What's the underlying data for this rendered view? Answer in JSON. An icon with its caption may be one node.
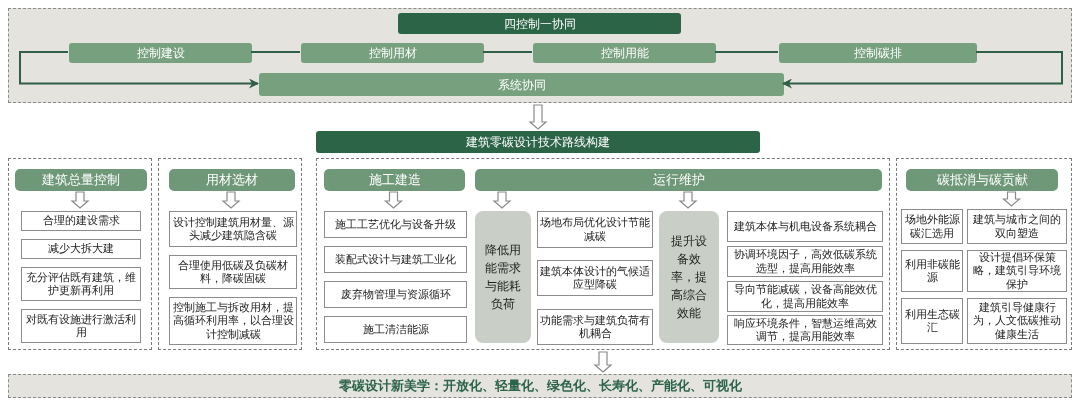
{
  "diagram": {
    "nodes": [
      {
        "text": [],
        "shape": "box"
      },
      {
        "text": [
          "四控制一协同"
        ],
        "in": 0
      },
      {
        "text": [
          "控制建设"
        ],
        "in": 0
      },
      {
        "text": [
          "控制用材"
        ],
        "in": 0
      },
      {
        "text": [
          "控制用能"
        ],
        "in": 0
      },
      {
        "text": [
          "控制碳排"
        ],
        "in": 0
      },
      {
        "text": [
          "系统协同"
        ],
        "in": 0
      },
      {
        "text": [
          "建筑零碳设计技术路线构建"
        ]
      },
      {
        "text": [],
        "shape": "box"
      },
      {
        "text": [
          "建筑总量控制"
        ],
        "in": 8
      },
      {
        "text": [
          "合理的建设需求"
        ],
        "in": 8
      },
      {
        "text": [
          "减少大拆大建"
        ],
        "in": 8
      },
      {
        "text": [
          "充分评估既有建筑，维护更新再利用"
        ],
        "in": 8
      },
      {
        "text": [
          "对既有设施进行激活利用"
        ],
        "in": 8
      },
      {
        "text": [],
        "shape": "box"
      },
      {
        "text": [
          "用材选材"
        ],
        "in": 14
      },
      {
        "text": [
          "设计控制建筑用材量、源头减少建筑隐含碳"
        ],
        "in": 14
      },
      {
        "text": [
          "合理使用低碳及负碳材料，降碳固碳"
        ],
        "in": 14
      },
      {
        "text": [
          "控制施工与拆改用材，提高循环利用率，以合理设计控制减碳"
        ],
        "in": 14
      },
      {
        "text": [],
        "shape": "box"
      },
      {
        "text": [
          "施工建造"
        ],
        "in": 19
      },
      {
        "text": [
          "施工工艺优化与设备升级"
        ],
        "in": 19
      },
      {
        "text": [
          "装配式设计与建筑工业化"
        ],
        "in": 19
      },
      {
        "text": [
          "废弃物管理与资源循环"
        ],
        "in": 19
      },
      {
        "text": [
          "施工清洁能源"
        ],
        "in": 19
      },
      {
        "text": [
          "运行维护"
        ],
        "in": 19
      },
      {
        "text": [
          "降低用能需求与能耗负荷"
        ],
        "in": 19
      },
      {
        "text": [
          "场地布局优化设计节能减碳"
        ],
        "in": 19
      },
      {
        "text": [
          "建筑本体设计的气候适应型降碳"
        ],
        "in": 19
      },
      {
        "text": [
          "功能需求与建筑负荷有机耦合"
        ],
        "in": 19
      },
      {
        "text": [
          "提升设备效率，提高综合效能"
        ],
        "in": 19
      },
      {
        "text": [
          "建筑本体与机电设备系统耦合"
        ],
        "in": 19
      },
      {
        "text": [
          "协调环境因子，高效低碳系统选型，提高用能效率"
        ],
        "in": 19
      },
      {
        "text": [
          "导向节能减碳，设备高能效优化，提高用能效率"
        ],
        "in": 19
      },
      {
        "text": [
          "响应环境条件，智慧运维高效调节，提高用能效率"
        ],
        "in": 19
      },
      {
        "text": [],
        "shape": "box"
      },
      {
        "text": [
          "碳抵消与碳贡献"
        ],
        "in": 35
      },
      {
        "text": [
          "场地外能源碳汇选用"
        ],
        "in": 35
      },
      {
        "text": [
          "建筑与城市之间的双向塑造"
        ],
        "in": 35
      },
      {
        "text": [
          "利用非碳能源"
        ],
        "in": 35
      },
      {
        "text": [
          "设计提倡环保策略，建筑引导环境保护"
        ],
        "in": 35
      },
      {
        "text": [
          "利用生态碳汇"
        ],
        "in": 35
      },
      {
        "text": [
          "建筑引导健康行为，人文低碳推动健康生活"
        ],
        "in": 35
      },
      {
        "text": [
          "零碳设计新美学：开放化、轻量化、绿色化、长寿化、产能化、可视化"
        ]
      }
    ],
    "edges": [
      {
        "from": 2,
        "to": 3,
        "arrow": "none",
        "color": "#2f5f45"
      },
      {
        "from": 3,
        "to": 4,
        "arrow": "none",
        "color": "#2f5f45"
      },
      {
        "from": 4,
        "to": 5,
        "arrow": "none",
        "color": "#2f5f45"
      },
      {
        "from": 2,
        "to": 6,
        "arrow": "to",
        "color": "#2f5f45"
      },
      {
        "from": 5,
        "to": 6,
        "arrow": "to",
        "color": "#2f5f45"
      },
      {
        "from": 0,
        "to": 7,
        "arrow": "to",
        "style": "thick"
      },
      {
        "from": 9,
        "to": 10,
        "arrow": "to",
        "style": "thick"
      },
      {
        "from": 15,
        "to": 16,
        "arrow": "to",
        "style": "thick"
      },
      {
        "from": 20,
        "to": 21,
        "arrow": "to",
        "style": "thick"
      },
      {
        "from": 25,
        "to": 26,
        "arrow": "to",
        "style": "thick"
      },
      {
        "from": 25,
        "to": 30,
        "arrow": "to",
        "style": "thick"
      },
      {
        "from": 36,
        "to": 38,
        "arrow": "to",
        "style": "thick"
      },
      {
        "from": 19,
        "to": 43,
        "arrow": "to",
        "style": "thick"
      }
    ]
  }
}
